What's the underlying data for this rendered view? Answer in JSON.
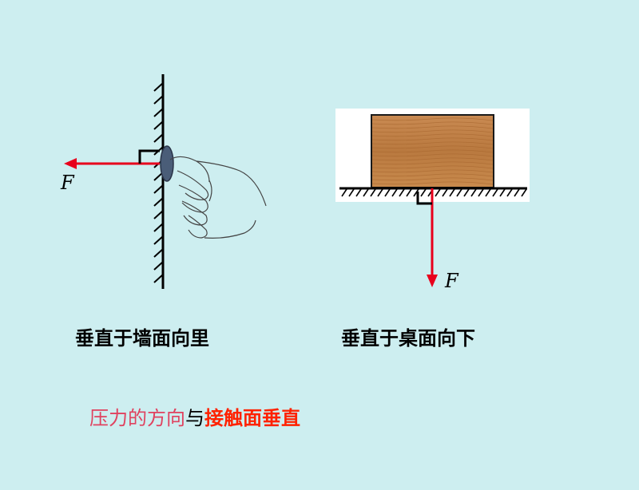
{
  "diagram": {
    "left": {
      "force_label": "F",
      "caption": "垂直于墙面向里"
    },
    "right": {
      "force_label": "F",
      "caption": "垂直于桌面向下"
    },
    "conclusion": {
      "part1": "压力的方向",
      "part2": "与",
      "part3": "接触面垂直"
    },
    "colors": {
      "background": "#cdeef0",
      "force_arrow": "#e8001c",
      "wood": "#c8864a",
      "thumbtack": "#4a5d78"
    }
  }
}
